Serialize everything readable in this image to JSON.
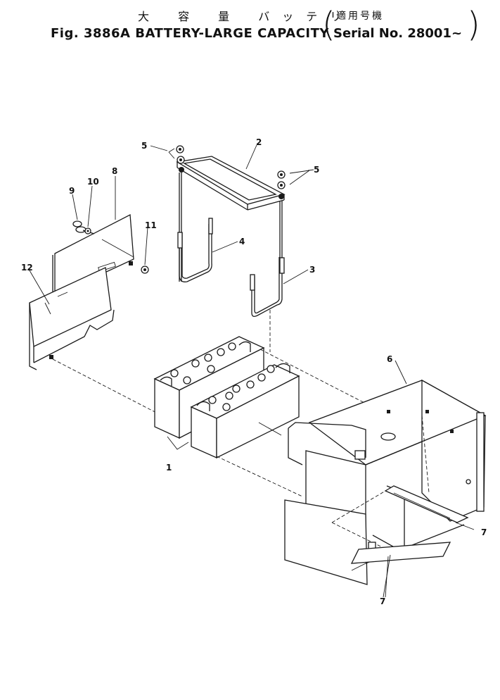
{
  "title": {
    "jp": "大 容 量 バッテリ",
    "jp_applicability": "適用号機",
    "en": "Fig. 3886A BATTERY-LARGE CAPACITY",
    "en_serial": "Serial No. 28001~"
  },
  "callouts": {
    "c1": "1",
    "c2": "2",
    "c3": "3",
    "c4": "4",
    "c5a": "5",
    "c5b": "5",
    "c6": "6",
    "c7a": "7",
    "c7b": "7",
    "c8": "8",
    "c9": "9",
    "c10": "10",
    "c11": "11",
    "c12": "12"
  }
}
